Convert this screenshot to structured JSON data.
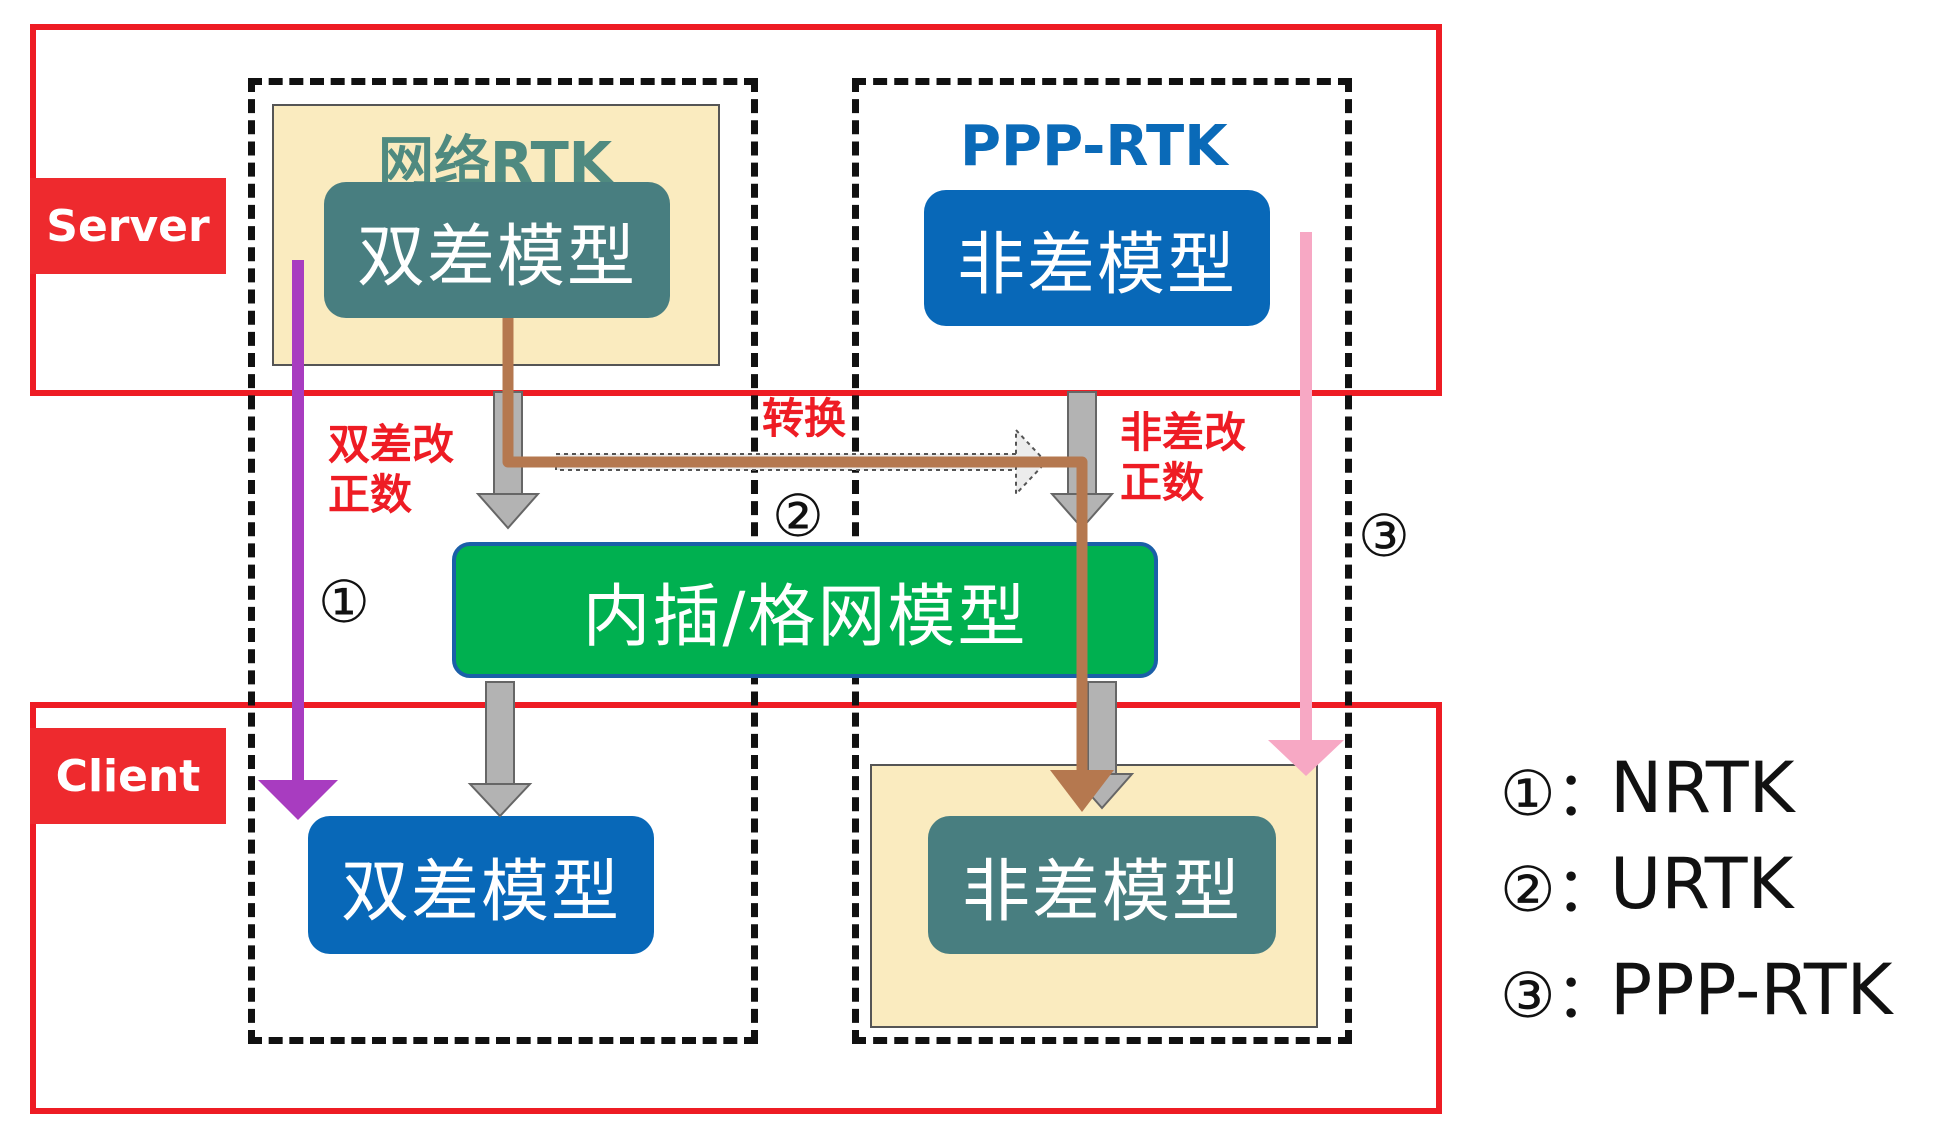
{
  "regions": {
    "server_label": "Server",
    "client_label": "Client"
  },
  "network_rtk": {
    "title": "网络RTK",
    "server_model": "双差模型",
    "client_model": "双差模型"
  },
  "ppp_rtk": {
    "title": "PPP-RTK",
    "server_model": "非差模型",
    "client_model": "非差模型"
  },
  "middle": {
    "interp_model": "内插/格网模型",
    "convert_label": "转换"
  },
  "corrections": {
    "double_diff_line1": "双差改",
    "double_diff_line2": "正数",
    "undiff_line1": "非差改",
    "undiff_line2": "正数"
  },
  "markers": {
    "one": "①",
    "two": "②",
    "three": "③"
  },
  "legend": [
    {
      "marker": "①：",
      "name": "NRTK"
    },
    {
      "marker": "②：",
      "name": "URTK"
    },
    {
      "marker": "③：",
      "name": "PPP-RTK"
    }
  ],
  "colors": {
    "region_border": "#ee1c24",
    "path_nrtk": "#a83cc0",
    "path_urtk": "#b5784f",
    "path_ppp_rtk": "#f7a8c4",
    "gray_arrow": "#b3b3b3"
  }
}
